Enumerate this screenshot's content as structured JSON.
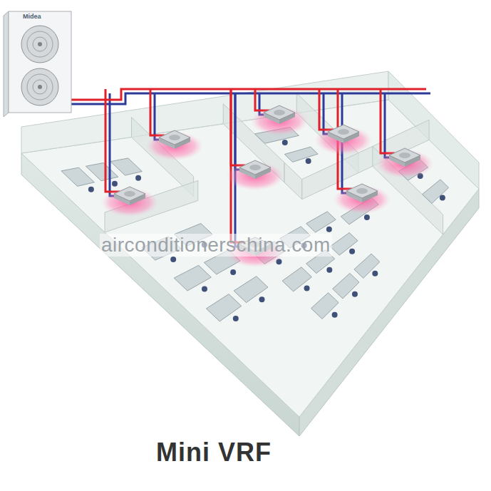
{
  "diagram": {
    "caption": "Mini VRF",
    "labels": [
      "airconditionerschina.com",
      "Midea"
    ]
  }
}
